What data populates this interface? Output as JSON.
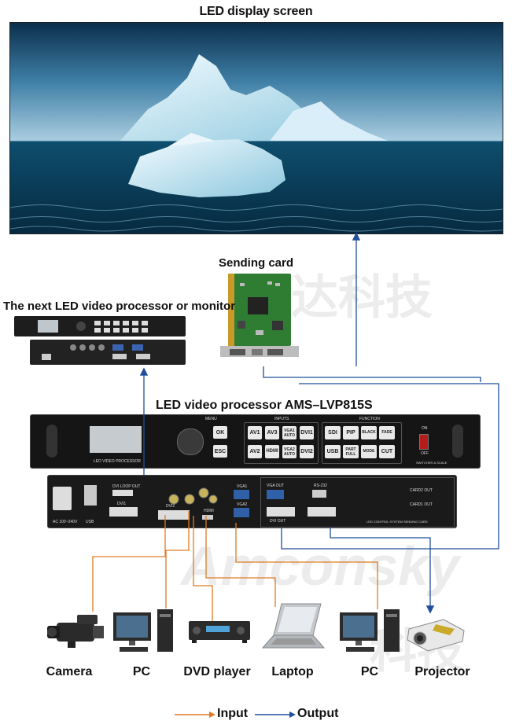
{
  "screen_title": "LED display screen",
  "sending_card_title": "Sending card",
  "next_processor_title": "The next LED video processor or monitor",
  "processor_title": "LED video processor AMS–LVP815S",
  "front_panel": {
    "lcd_caption": "LED VIDEO PROCESSOR",
    "menu_label": "MENU",
    "inputs_label": "INPUTS",
    "function_label": "FUNCTION",
    "ok": "OK",
    "esc": "ESC",
    "input_buttons": [
      "AV1",
      "AV3",
      "VGA1\nAUTO",
      "DVI1",
      "AV2",
      "HDMI",
      "VGA2\nAUTO",
      "DVI2"
    ],
    "function_buttons": [
      "SDI",
      "PIP",
      "BLACK",
      "FADE",
      "USB",
      "PART\nFULL",
      "MODE",
      "CUT"
    ],
    "power_on": "ON",
    "power_off": "OFF",
    "switcher_label": "SWITCHER & SCALE"
  },
  "rear_panel": {
    "dvi_loop_out": "DVI LOOP OUT",
    "dvi1": "DVI1",
    "dvi2": "DVI2",
    "hdmi": "HDMI",
    "vga1": "VGA1",
    "vga2": "VGA2",
    "vga_out": "VGA OUT",
    "rs232": "RS-232",
    "dvi_out": "DVI OUT",
    "card1": "CARD1 OUT",
    "card2": "CARD2 OUT",
    "sending_card_text": "LED CONTROL SYSTEM SENDING CARD",
    "usb": "USB",
    "ac": "AC 100~240V"
  },
  "sources": [
    "Camera",
    "PC",
    "DVD player",
    "Laptop",
    "PC",
    "Projector"
  ],
  "legend": {
    "input_label": "Input",
    "output_label": "Output",
    "input_color": "#e07a22",
    "output_color": "#1f4e9a"
  },
  "watermark_latin": "Amconsky",
  "watermark_cjk": "达科技",
  "watermark_cjk2": "科技"
}
